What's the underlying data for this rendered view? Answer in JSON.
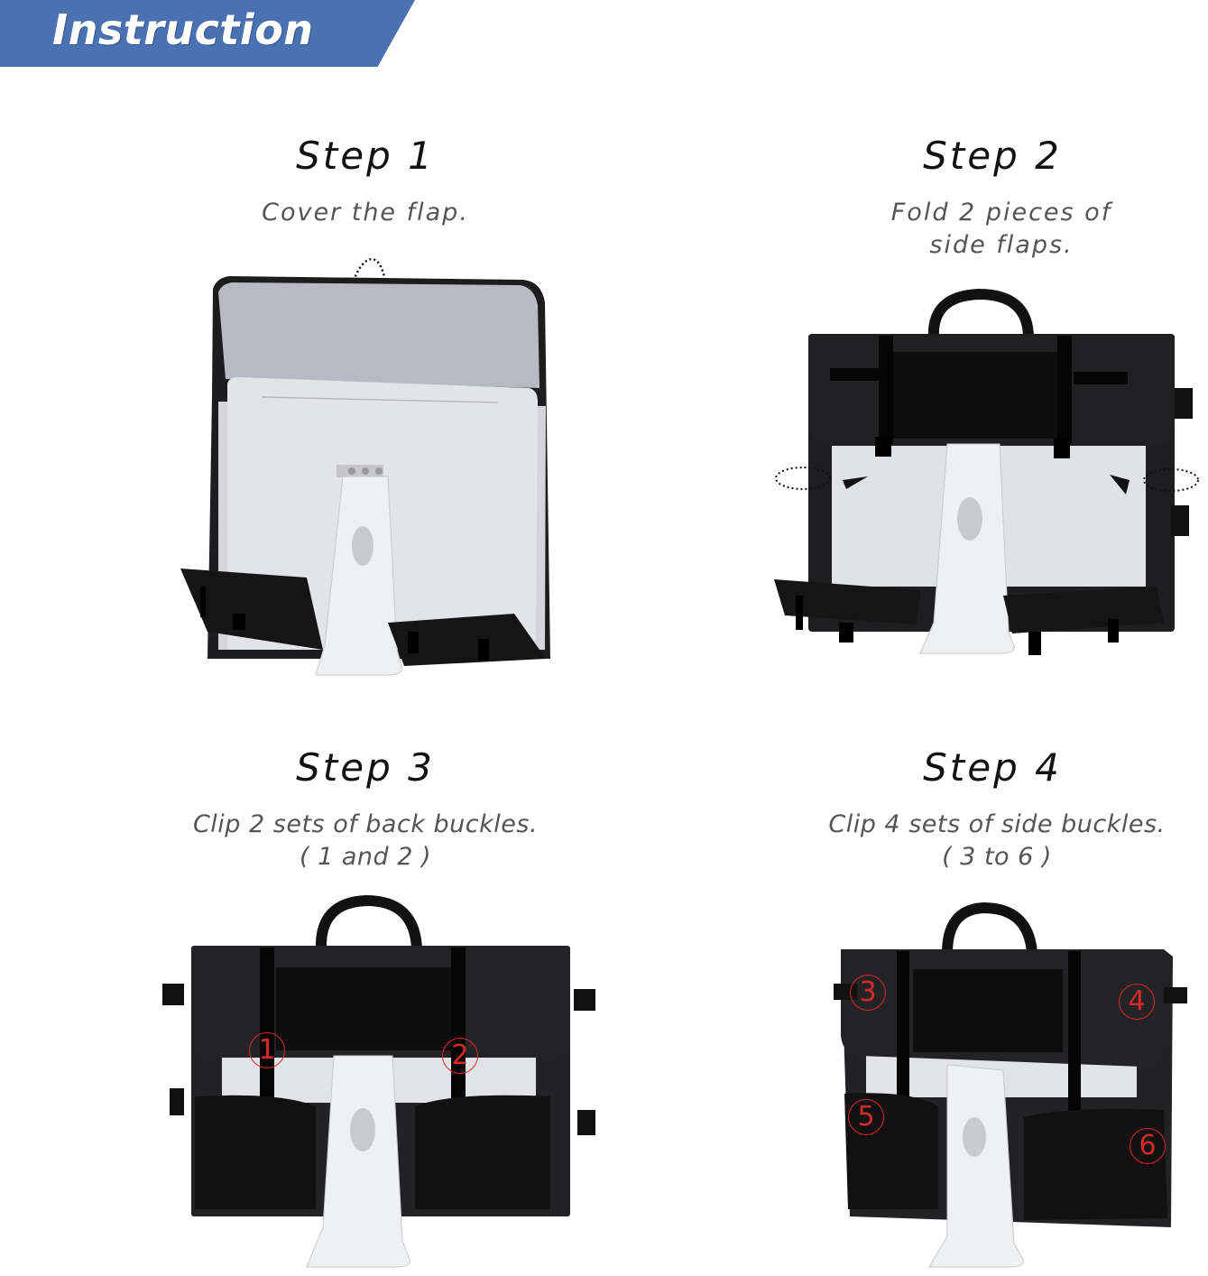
{
  "banner": {
    "title": "Instruction",
    "color": "#4a72b2"
  },
  "steps": [
    {
      "title": "Step 1",
      "desc": [
        "Cover the flap."
      ]
    },
    {
      "title": "Step 2",
      "desc": [
        "Fold 2 pieces of",
        "side flaps."
      ]
    },
    {
      "title": "Step 3",
      "desc": [
        "Clip 2 sets of back buckles.",
        "( 1 and 2 )"
      ],
      "callouts": [
        "1",
        "2"
      ]
    },
    {
      "title": "Step 4",
      "desc": [
        "Clip 4 sets of side buckles.",
        "( 3 to 6 )"
      ],
      "callouts": [
        "3",
        "4",
        "5",
        "6"
      ]
    }
  ],
  "colors": {
    "callout": "#d42a2a",
    "bag": "#1c1c1e",
    "monitor": "#dcdde0",
    "lining": "#b9b9c2"
  }
}
